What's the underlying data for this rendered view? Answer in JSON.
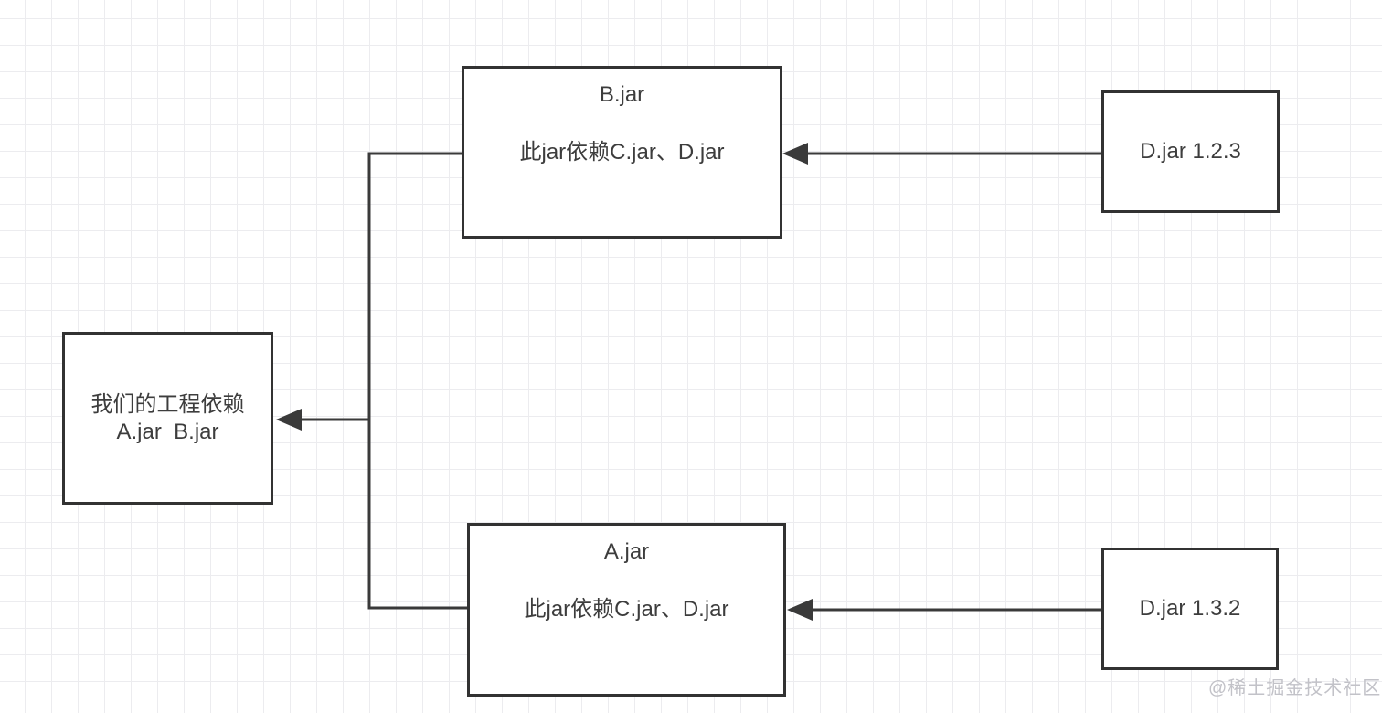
{
  "diagram": {
    "nodes": {
      "b_jar": {
        "title": "B.jar",
        "subtitle": "此jar依赖C.jar、D.jar"
      },
      "d_jar_123": {
        "label": "D.jar 1.2.3"
      },
      "our_project": {
        "line1": "我们的工程依赖",
        "line2": "A.jar  B.jar"
      },
      "a_jar": {
        "title": "A.jar",
        "subtitle": "此jar依赖C.jar、D.jar"
      },
      "d_jar_132": {
        "label": "D.jar 1.3.2"
      }
    },
    "edges": [
      {
        "from": "d_jar_123",
        "to": "b_jar",
        "style": "arrow-left"
      },
      {
        "from": "d_jar_132",
        "to": "a_jar",
        "style": "arrow-left"
      },
      {
        "from": "b_jar",
        "to": "our_project",
        "style": "elbow-arrow-left"
      },
      {
        "from": "a_jar",
        "to": "our_project",
        "style": "elbow-arrow-left"
      }
    ],
    "colors": {
      "node_border": "#323232",
      "node_fill": "#ffffff",
      "wire": "#3a3a3a",
      "text": "#3d3d3d",
      "grid_line": "#ececef",
      "background": "#ffffff",
      "watermark": "#c2c2c8"
    }
  },
  "watermark": {
    "text": "@稀土掘金技术社区"
  }
}
